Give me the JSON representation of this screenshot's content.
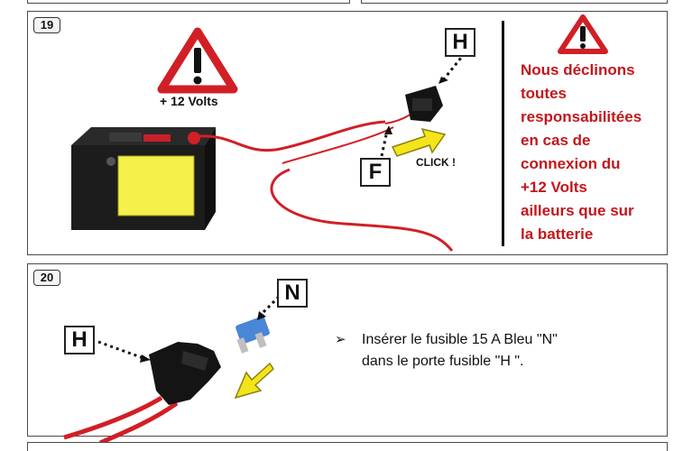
{
  "step19": {
    "number": "19",
    "voltage_label": "+ 12 Volts",
    "click_label": "CLICK !",
    "label_h": "H",
    "label_f": "F",
    "warning_lines": [
      "Nous déclinons",
      "toutes",
      "responsabilitées",
      "en cas de",
      "connexion du",
      "+12 Volts",
      "ailleurs que sur",
      "la batterie"
    ]
  },
  "step20": {
    "number": "20",
    "label_h": "H",
    "label_n": "N",
    "bullet": "➢",
    "instruction_lines": [
      "Insérer le fusible 15 A Bleu \"N\"",
      "dans le porte fusible \"H \"."
    ]
  },
  "colors": {
    "warning_red": "#c4161c",
    "wire_red": "#d11f26",
    "battery_yellow": "#f6f04a",
    "fuse_blue": "#4a86d6",
    "arrow_yellow": "#f4e41a",
    "holder_black": "#141414"
  }
}
